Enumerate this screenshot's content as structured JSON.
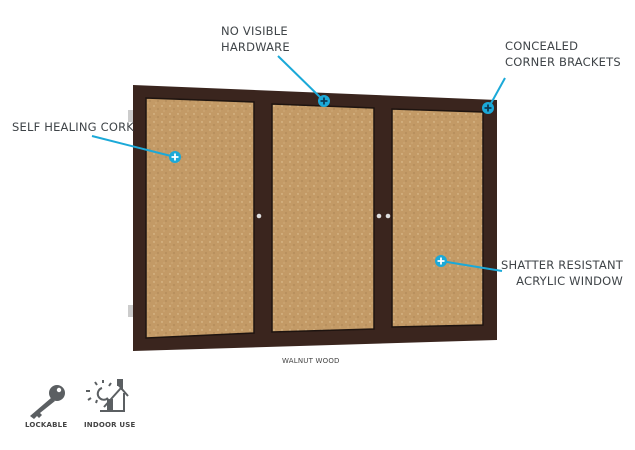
{
  "callouts": {
    "self_healing": "SELF HEALING CORK",
    "hardware_1": "NO VISIBLE",
    "hardware_2": "HARDWARE",
    "brackets_1": "CONCEALED",
    "brackets_2": "CORNER BRACKETS",
    "window_1": "SHATTER RESISTANT",
    "window_2": "ACRYLIC WINDOW"
  },
  "finish_label": "WALNUT WOOD",
  "features": [
    {
      "label": "LOCKABLE",
      "icon": "key-icon"
    },
    {
      "label": "INDOOR USE",
      "icon": "sun-house-icon"
    }
  ],
  "colors": {
    "accent": "#1ba9d8",
    "frame": "#3b2620",
    "cork": "#c49a64",
    "icon": "#5b5f62"
  }
}
